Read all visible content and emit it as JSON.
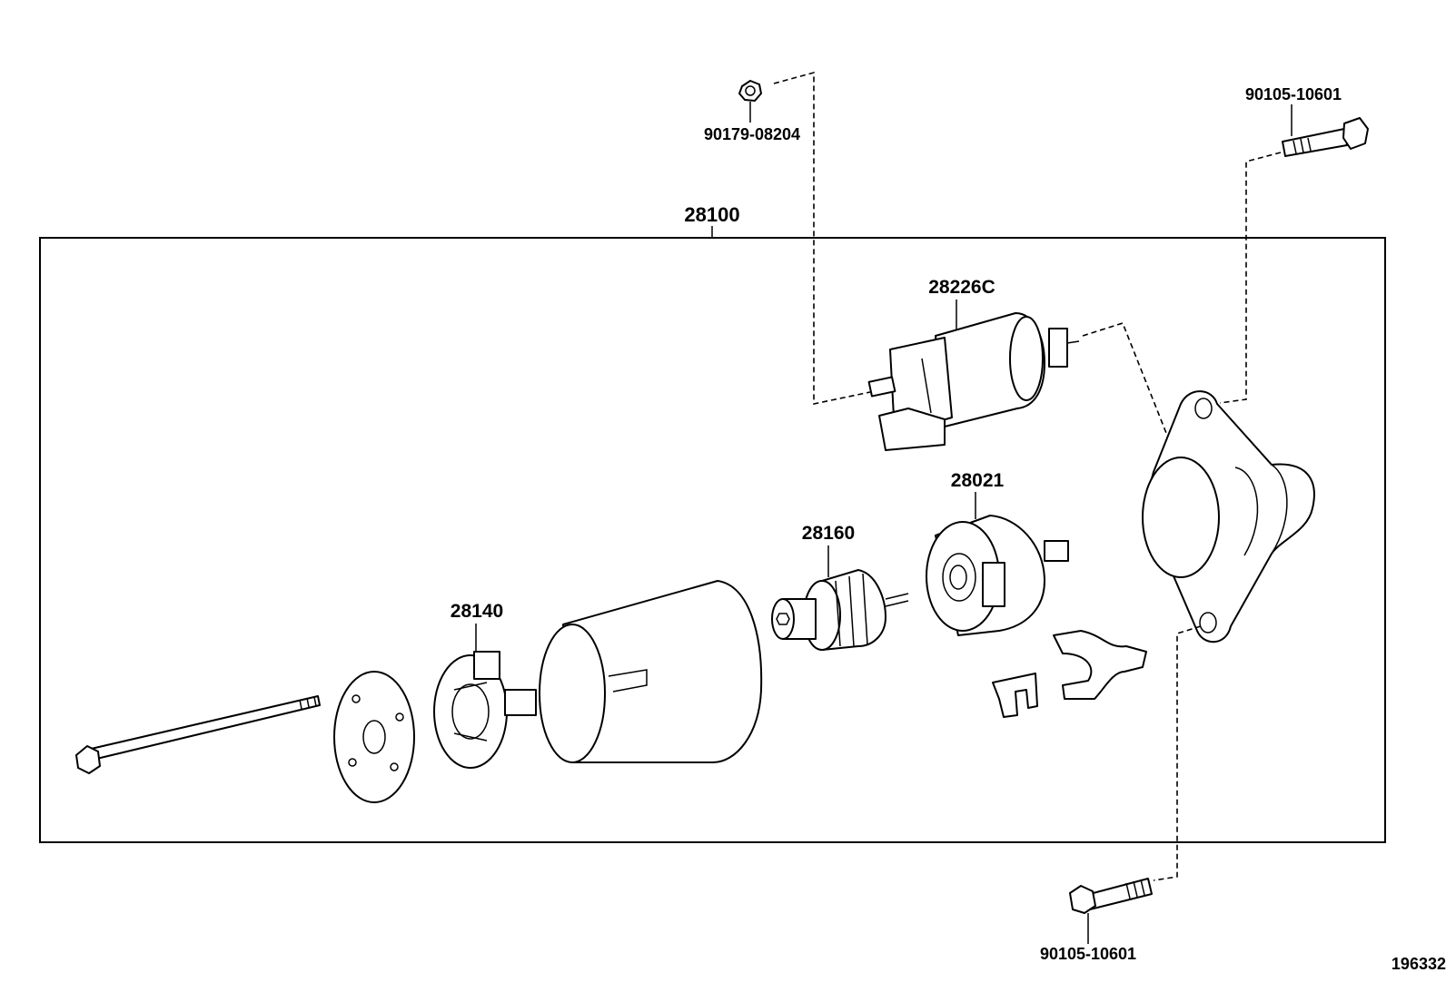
{
  "diagram": {
    "figure_number": "196332",
    "callouts": {
      "assembly": "28100",
      "solenoid": "28226C",
      "nut_top": "90179-08204",
      "bolt_top": "90105-10601",
      "bolt_bottom": "90105-10601",
      "drive_housing": "28021",
      "armature": "28160",
      "brush_holder": "28140"
    }
  }
}
